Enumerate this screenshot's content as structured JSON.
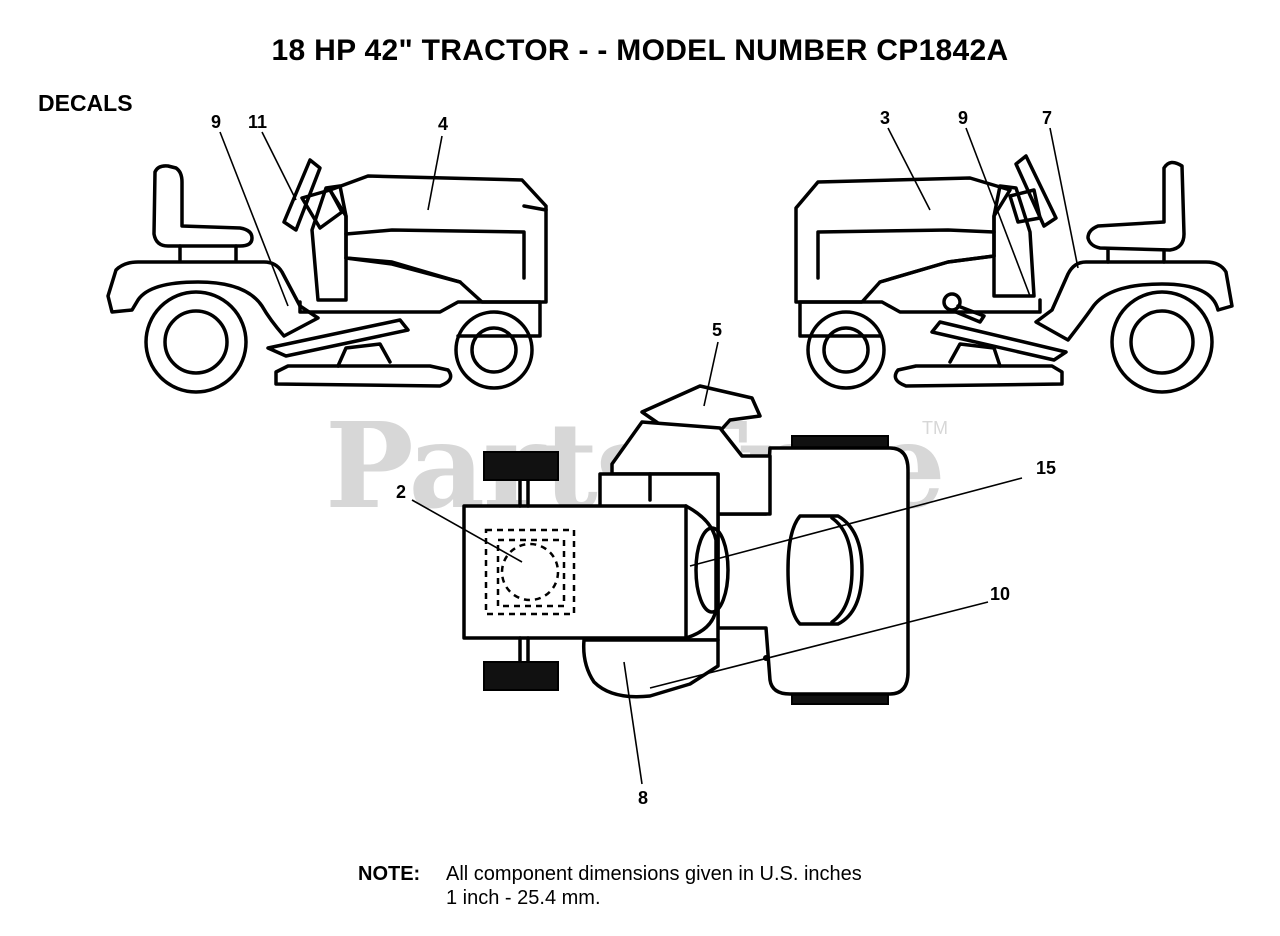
{
  "title": "18 HP 42\" TRACTOR - - MODEL NUMBER CP1842A",
  "section_label": "DECALS",
  "watermark": {
    "text": "PartsTree",
    "trademark": "TM",
    "color": "#d7d7d7"
  },
  "callouts": {
    "left_view": [
      "9",
      "11",
      "4"
    ],
    "right_view": [
      "3",
      "9",
      "7"
    ],
    "top_view": [
      "5",
      "2",
      "15",
      "10",
      "8"
    ]
  },
  "note": {
    "label": "NOTE:",
    "line1": "All component dimensions given in U.S. inches",
    "line2": "1 inch - 25.4 mm."
  }
}
